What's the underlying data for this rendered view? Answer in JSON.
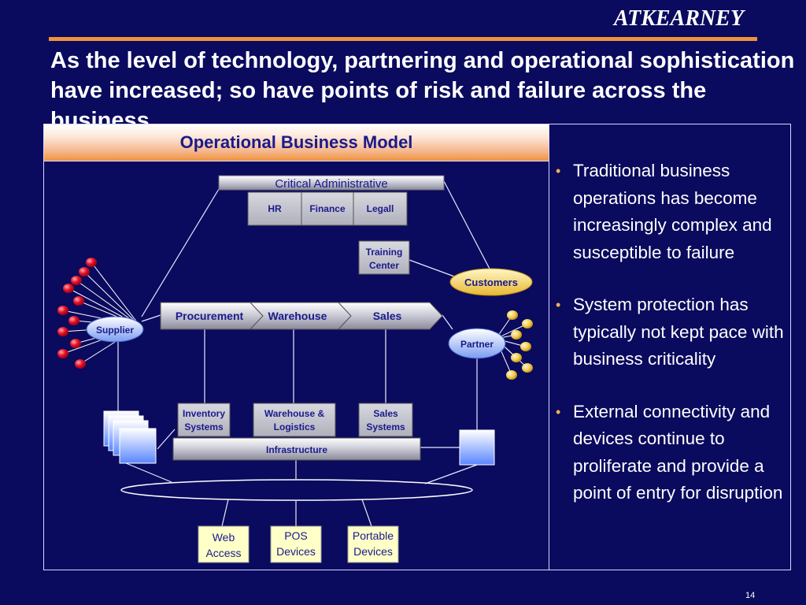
{
  "brand": {
    "logo_text": "ATKEARNEY"
  },
  "slide": {
    "title": "As the level of technology, partnering and operational sophistication have increased; so have points of risk and failure across the business",
    "page_number": "14"
  },
  "diagram": {
    "header": "Operational Business Model",
    "critical_admin": "Critical Administrative",
    "admin_boxes": [
      "HR",
      "Finance",
      "Legall"
    ],
    "training": [
      "Training",
      "Center"
    ],
    "customers": "Customers",
    "supplier": "Supplier",
    "partner": "Partner",
    "chain": [
      "Procurement",
      "Warehouse",
      "Sales"
    ],
    "systems": [
      [
        "Inventory",
        "Systems"
      ],
      [
        "Warehouse &",
        "Logistics"
      ],
      [
        "Sales",
        "Systems"
      ]
    ],
    "infrastructure": "Infrastructure",
    "devices": [
      [
        "Web",
        "Access"
      ],
      [
        "POS",
        "Devices"
      ],
      [
        "Portable",
        "Devices"
      ]
    ]
  },
  "bullets": [
    "Traditional business operations has become increasingly complex and susceptible to failure",
    "System protection has typically not kept pace with business criticality",
    "External connectivity and devices continue to proliferate and provide a point of entry for disruption"
  ],
  "colors": {
    "background": "#0a0a5e",
    "accent_orange": "#f0923c",
    "customers_gold": "#f2c94c",
    "node_red": "#e8102a"
  }
}
